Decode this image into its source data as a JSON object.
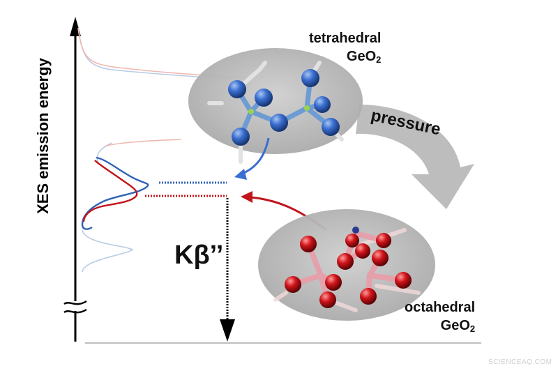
{
  "axis": {
    "ylabel": "XES emission energy"
  },
  "tetrahedral": {
    "name": "tetrahedral",
    "formula_base": "GeO",
    "formula_sub": "2"
  },
  "octahedral": {
    "name": "octahedral",
    "formula_base": "GeO",
    "formula_sub": "2"
  },
  "transition": {
    "label": "pressure"
  },
  "peak": {
    "label": "Kβ’’"
  },
  "watermark": "SCIENCEAQ.COM",
  "colors": {
    "tetrahedral_blue": "#2f62b7",
    "octahedral_red": "#c0151c",
    "blob_gray": "#c8c8c8",
    "arrow_gray": "#bdbdbd",
    "germanium_pink": "#e4a1ab"
  }
}
